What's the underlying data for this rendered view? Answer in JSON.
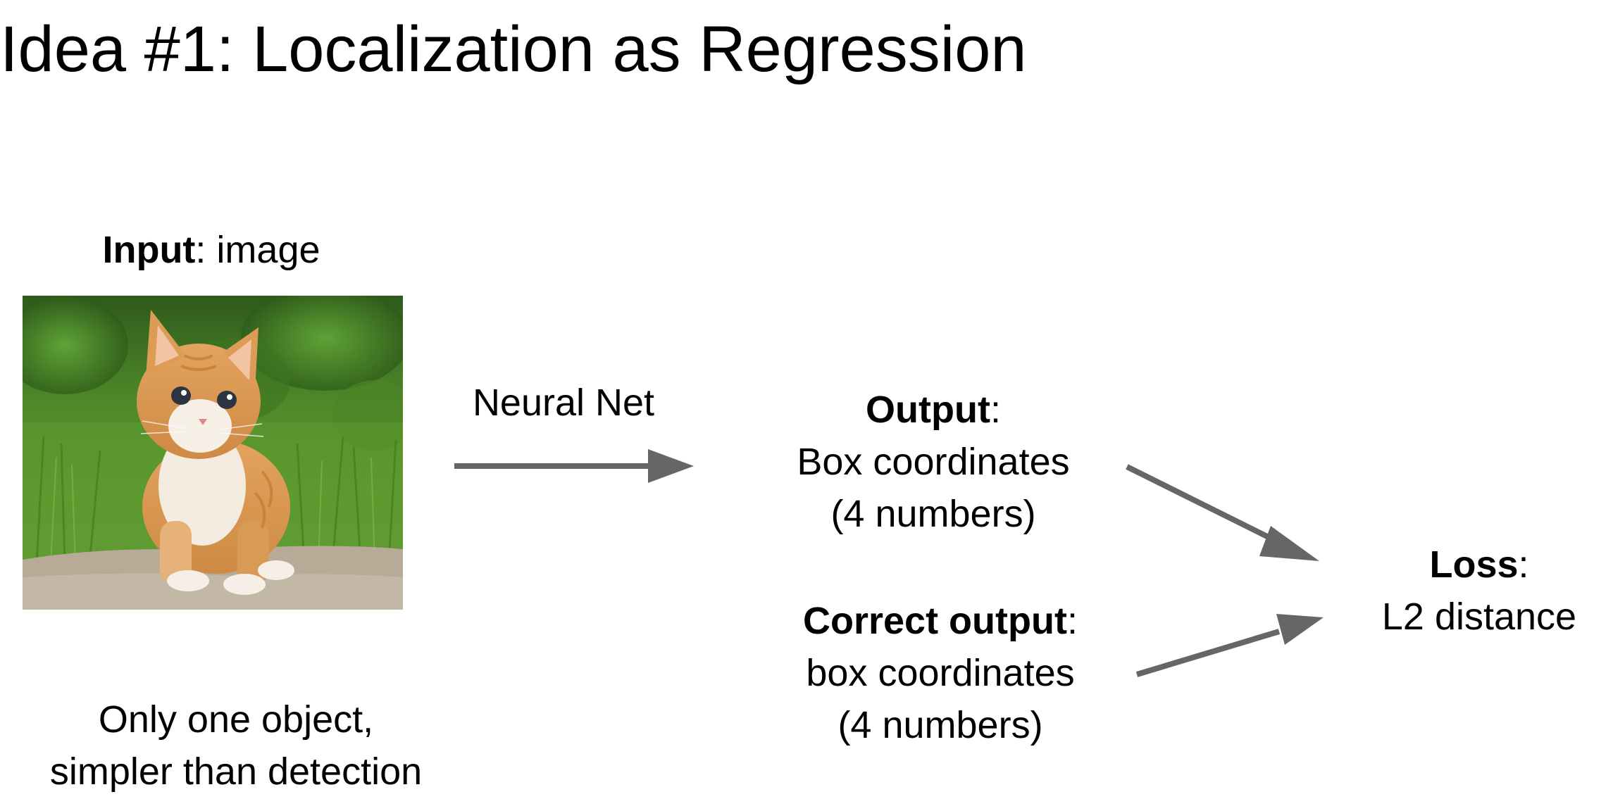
{
  "slide": {
    "title": "Idea #1: Localization as Regression",
    "input": {
      "bold": "Input",
      "rest": ": image"
    },
    "note": {
      "line1": "Only one object,",
      "line2": "simpler than detection"
    },
    "network": {
      "label": "Neural Net"
    },
    "output": {
      "bold": "Output",
      "rest": ":",
      "line2": "Box coordinates",
      "line3": "(4 numbers)"
    },
    "correct_output": {
      "bold": "Correct output",
      "rest": ":",
      "line2": "box coordinates",
      "line3": "(4 numbers)"
    },
    "loss": {
      "bold": "Loss",
      "rest": ":",
      "line2": "L2 distance"
    }
  },
  "colors": {
    "arrow": "#666666",
    "text": "#000000",
    "background": "#ffffff"
  },
  "icons": {
    "input_image": "kitten-photo"
  }
}
